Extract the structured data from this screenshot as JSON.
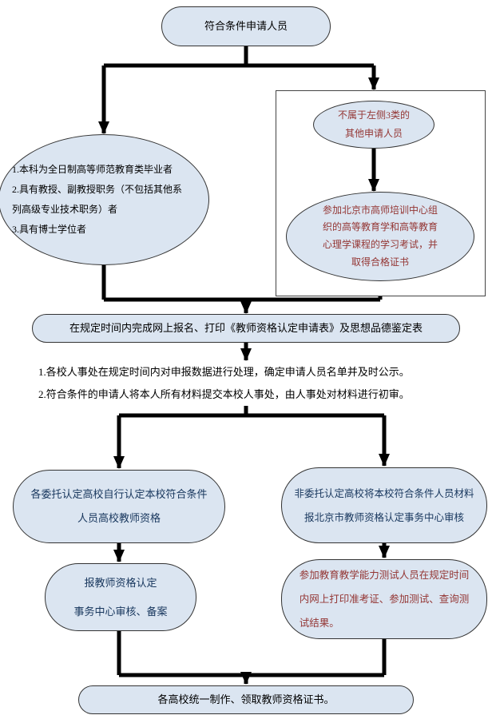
{
  "theme": {
    "background": "#ffffff",
    "node_fill": "#dbe5f1",
    "node_border": "#333333",
    "group_box_border": "#444444",
    "connector_color": "#000000",
    "text_black": "#000000",
    "text_navy": "#17365d",
    "text_red": "#943634"
  },
  "flowchart": {
    "nodes": {
      "start": {
        "label": "符合条件申请人员",
        "color": "#000000"
      },
      "direct_qualified": {
        "label": "1.本科为全日制高等师范教育类毕业者\n2.具有教授、副教授职务（不包括其他系\n列高级专业技术职务）者\n3.具有博士学位者",
        "color": "#000000"
      },
      "other_applicants": {
        "label": "不属于左侧3类的\n其他申请人员",
        "color": "#943634"
      },
      "training_exam": {
        "label": "参加北京市高师培训中心组\n织的高等教育学和高等教育\n心理学课程的学习考试，并\n取得合格证书",
        "color": "#943634"
      },
      "online_registration": {
        "label": "在规定时间内完成网上报名、打印《教师资格认定申请表》及思想品德鉴定表",
        "color": "#000000"
      },
      "hr_review": {
        "label": "1.各校人事处在规定时间内对申报数据进行处理，确定申请人员名单并及时公示。\n2.符合条件的申请人将本人所有材料提交本校人事处，由人事处对材料进行初审。",
        "color": "#000000"
      },
      "entrusted_universities": {
        "label": "各委托认定高校自行认定本校符合条件\n人员高校教师资格",
        "color": "#17365d"
      },
      "non_entrusted_universities": {
        "label": "非委托认定高校将本校符合条件人员材料\n报北京市教师资格认定事务中心审核",
        "color": "#17365d"
      },
      "report_record": {
        "label": "报教师资格认定\n事务中心审核、备案",
        "color": "#17365d"
      },
      "ability_test": {
        "label": "参加教育教学能力测试人员在规定时间\n内网上打印准考证、参加测试、查询测\n试结果。",
        "color": "#943634"
      },
      "issue_certificate": {
        "label": "各高校统一制作、领取教师资格证书。",
        "color": "#000000"
      }
    }
  }
}
